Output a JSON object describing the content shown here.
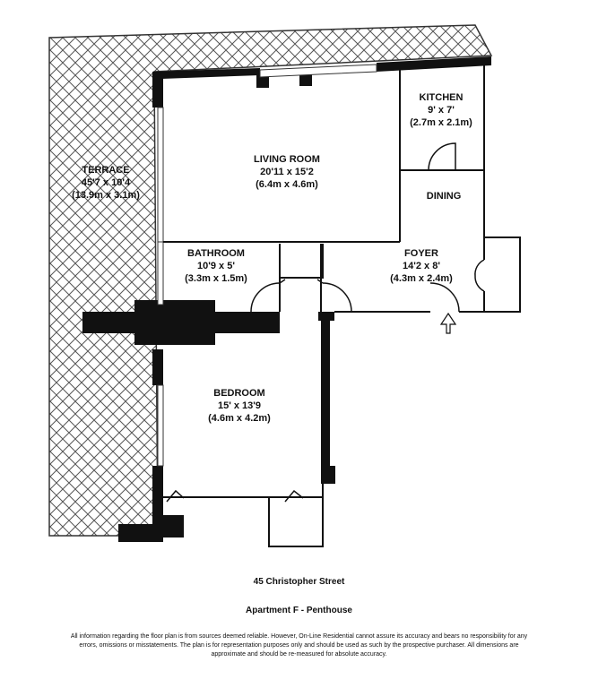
{
  "rooms": {
    "terrace": {
      "name": "TERRACE",
      "imperial": "45'7 x 10'4",
      "metric": "(13.9m x 3.1m)"
    },
    "living": {
      "name": "LIVING ROOM",
      "imperial": "20'11 x 15'2",
      "metric": "(6.4m x 4.6m)"
    },
    "kitchen": {
      "name": "KITCHEN",
      "imperial": "9' x 7'",
      "metric": "(2.7m x 2.1m)"
    },
    "dining": {
      "name": "DINING"
    },
    "bathroom": {
      "name": "BATHROOM",
      "imperial": "10'9 x 5'",
      "metric": "(3.3m x 1.5m)"
    },
    "foyer": {
      "name": "FOYER",
      "imperial": "14'2 x 8'",
      "metric": "(4.3m x 2.4m)"
    },
    "bedroom": {
      "name": "BEDROOM",
      "imperial": "15' x 13'9",
      "metric": "(4.6m x 4.2m)"
    }
  },
  "footer": {
    "address": "45 Christopher Street",
    "apartment": "Apartment F - Penthouse",
    "disclaimer": "All information regarding the floor plan is from sources deemed reliable. However, On-Line Residential cannot assure its accuracy and bears no responsibility for any errors, omissions or misstatements. The plan is for representation purposes only and should be used as such by the prospective purchaser. All dimensions are approximate and should be re-measured for absolute accuracy."
  },
  "icons": {
    "entrance": "entrance-arrow-icon"
  }
}
